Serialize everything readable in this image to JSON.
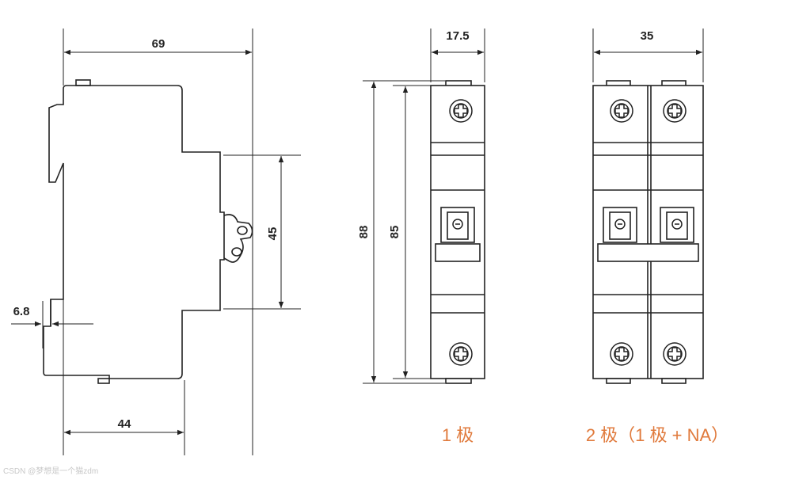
{
  "dimensions": {
    "side_width": "69",
    "side_depth": "44",
    "front_height": "45",
    "rail_offset": "6.8",
    "pole1_width": "17.5",
    "overall_height": "88",
    "body_height": "85",
    "pole2_width": "35"
  },
  "captions": {
    "one_pole": "1 极",
    "two_pole": "2 极（1 极 + NA）"
  },
  "watermark": "CSDN @梦想是一个猫zdm",
  "colors": {
    "line": "#222222",
    "caption": "#e07a3c",
    "background": "#ffffff"
  }
}
